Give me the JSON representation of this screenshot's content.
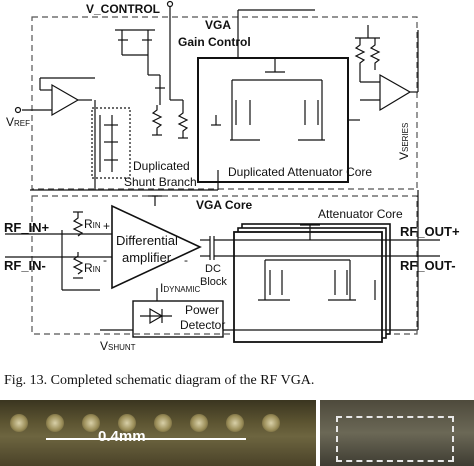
{
  "schematic": {
    "vcontrol": "V_CONTROL",
    "vga_gain_title": "VGA",
    "gain_control": "Gain Control",
    "vref": "V",
    "vref_sub": "REF",
    "dup_shunt_1": "Duplicated",
    "dup_shunt_2": "Shunt Branch",
    "dup_atten": "Duplicated Attenuator Core",
    "vseries": "V",
    "vseries_sub": "SERIES",
    "vga_core": "VGA Core",
    "atten_core": "Attenuator Core",
    "rf_in_p": "RF_IN+",
    "rf_in_m": "RF_IN-",
    "rin": "R",
    "rin_sub": "IN",
    "diff_amp_1": "Differential",
    "diff_amp_2": "amplifier",
    "dc_block_1": "DC",
    "dc_block_2": "Block",
    "idyn": "I",
    "idyn_sub": "DYNAMIC",
    "power_det_1": "Power",
    "power_det_2": "Detector",
    "vshunt": "V",
    "vshunt_sub": "SHUNT",
    "rf_out_p": "RF_OUT+",
    "rf_out_m": "RF_OUT-",
    "plus": "+",
    "minus": "-"
  },
  "caption": "Fig. 13.   Completed schematic diagram of the RF VGA.",
  "photo": {
    "scale_label": "0.4mm"
  }
}
